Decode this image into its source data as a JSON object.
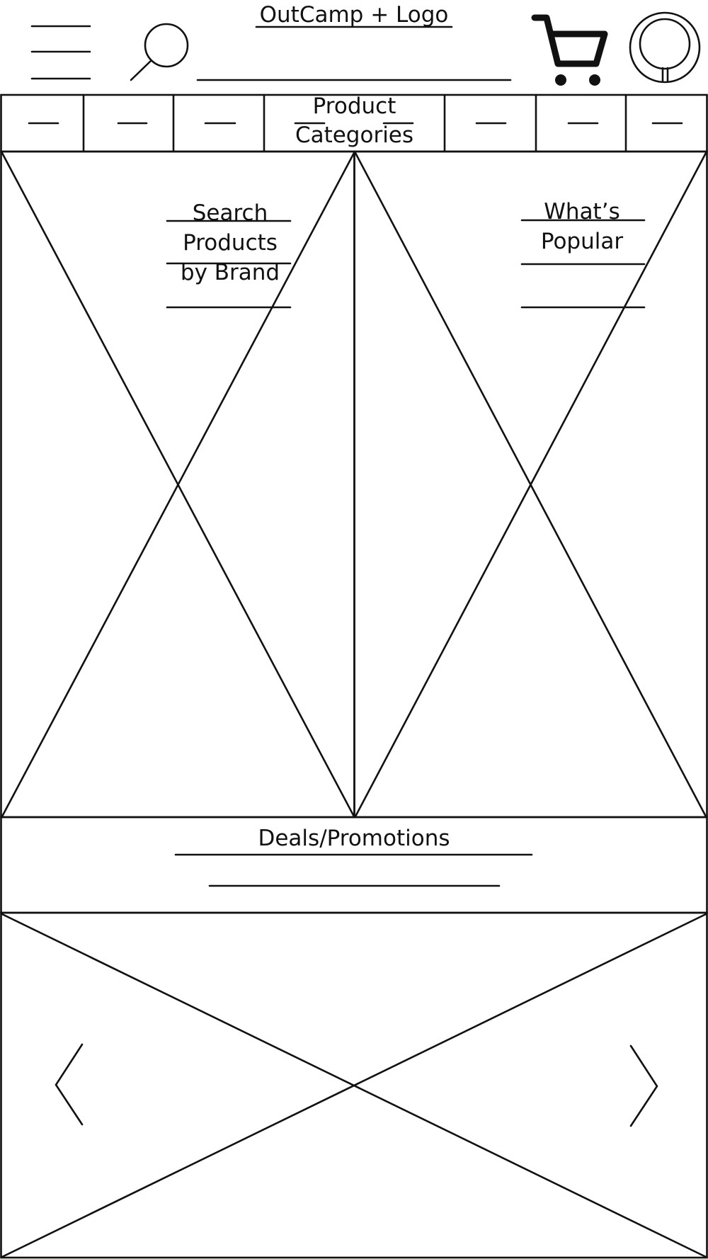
{
  "header": {
    "brand_label": "OutCamp + Logo",
    "menu_icon": "hamburger-menu-icon",
    "search_icon": "search-icon",
    "search_value": "",
    "cart_icon": "cart-icon",
    "account_icon": "user-avatar-icon"
  },
  "category_bar": {
    "center_label_line1": "Product",
    "center_label_line2": "Categories",
    "items": [
      "—",
      "—",
      "—",
      "—",
      "—",
      "—"
    ]
  },
  "tiles": {
    "left": {
      "line1": "Search",
      "line2": "Products",
      "line3": "by Brand"
    },
    "right": {
      "line1": "What’s",
      "line2": "Popular"
    }
  },
  "deals": {
    "label": "Deals/Promotions"
  },
  "carousel": {
    "prev_icon": "chevron-left-icon",
    "next_icon": "chevron-right-icon"
  },
  "colors": {
    "stroke": "#111111",
    "background": "#ffffff"
  }
}
